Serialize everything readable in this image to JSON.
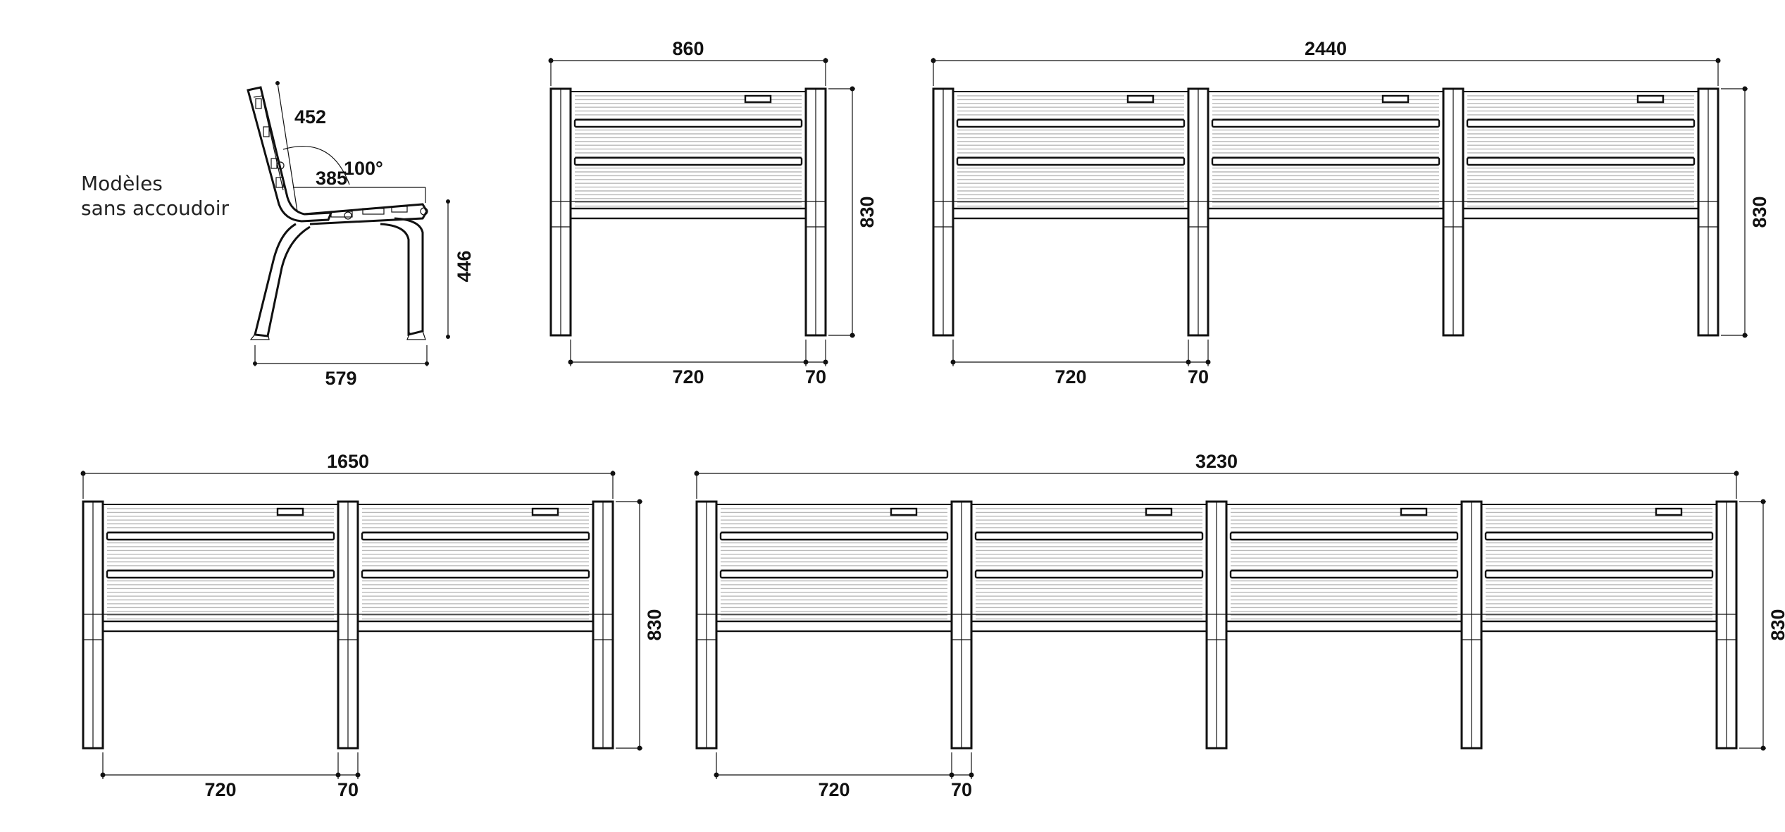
{
  "note": {
    "line1": "Modèles",
    "line2": "sans accoudoir"
  },
  "side_view": {
    "backrest_length": "452",
    "seat_depth": "385",
    "angle": "100°",
    "seat_height": "446",
    "total_depth": "579"
  },
  "benches": [
    {
      "id": "b860",
      "width": "860",
      "height": "830",
      "bay": "720",
      "post": "70",
      "modules": 1
    },
    {
      "id": "b2440",
      "width": "2440",
      "height": "830",
      "bay": "720",
      "post": "70",
      "modules": 3
    },
    {
      "id": "b1650",
      "width": "1650",
      "height": "830",
      "bay": "720",
      "post": "70",
      "modules": 2
    },
    {
      "id": "b3230",
      "width": "3230",
      "height": "830",
      "bay": "720",
      "post": "70",
      "modules": 4
    }
  ]
}
